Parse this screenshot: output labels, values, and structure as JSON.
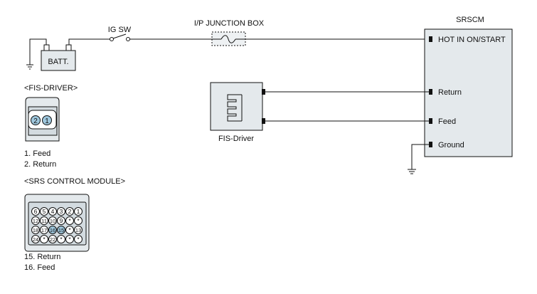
{
  "labels": {
    "ig_sw": "IG SW",
    "junction_box": "I/P JUNCTION BOX",
    "srscm_title": "SRSCM",
    "batt": "BATT.",
    "fis_driver_header": "<FIS-DRIVER>",
    "fis_driver_component": "FIS-Driver",
    "srs_module_header": "<SRS CONTROL MODULE>"
  },
  "srscm_pins": {
    "hot": "HOT IN ON/START",
    "return": "Return",
    "feed": "Feed",
    "ground": "Ground"
  },
  "fis_pin_legend": [
    "1. Feed",
    "2. Return"
  ],
  "fis_connector_pins": [
    "2",
    "1"
  ],
  "srs_pin_legend": [
    "15. Return",
    "16. Feed"
  ],
  "srs_connector_rows": [
    [
      "6",
      "5",
      "4",
      "3",
      "2",
      "1"
    ],
    [
      "12",
      "11",
      "10",
      "9",
      "*",
      "*"
    ],
    [
      "18",
      "17",
      "16",
      "15",
      "*",
      "13"
    ],
    [
      "24",
      "*",
      "22",
      "*",
      "*",
      "*"
    ]
  ],
  "colors": {
    "background": "#ffffff",
    "panel_fill": "#e4e9ec",
    "highlight_pin": "#9ec6dc",
    "line": "#111111"
  }
}
